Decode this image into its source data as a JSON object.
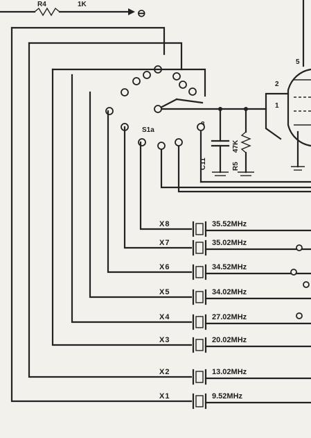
{
  "top": {
    "resistor_label": "R4",
    "resistor_value": "1K",
    "terminal_symbol": "⊖"
  },
  "switch": {
    "label": "S1a"
  },
  "capacitor": {
    "label": "C11",
    "value": "8"
  },
  "resistor5": {
    "label": "R5",
    "value": "47K"
  },
  "tube": {
    "pin2": "2",
    "pin1": "1",
    "pin5": "5"
  },
  "crystals": [
    {
      "id": "X8",
      "freq": "35.52MHz"
    },
    {
      "id": "X7",
      "freq": "35.02MHz"
    },
    {
      "id": "X6",
      "freq": "34.52MHz"
    },
    {
      "id": "X5",
      "freq": "34.02MHz"
    },
    {
      "id": "X4",
      "freq": "27.02MHz"
    },
    {
      "id": "X3",
      "freq": "20.02MHz"
    },
    {
      "id": "X2",
      "freq": "13.02MHz"
    },
    {
      "id": "X1",
      "freq": "9.52MHz"
    }
  ]
}
